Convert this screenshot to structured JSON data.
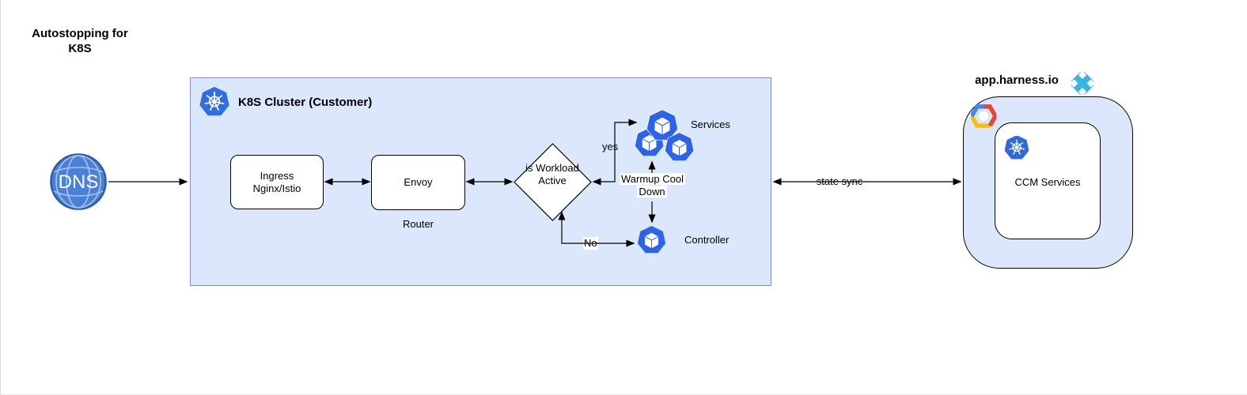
{
  "diagram": {
    "title": "Autostopping for K8S",
    "dns": {
      "label": "DNS"
    },
    "cluster": {
      "title": "K8S Cluster (Customer)",
      "ingress_label": "Ingress Nginx/Istio",
      "envoy_label": "Envoy",
      "router_label": "Router",
      "decision_label": "is Workload Active",
      "services_label": "Services",
      "controller_label": "Controller",
      "warmup_label": "Warmup Cool Down",
      "yes_label": "yes",
      "no_label": "No"
    },
    "harness": {
      "domain_label": "app.harness.io",
      "ccm_label": "CCM Services"
    },
    "edges": {
      "state_sync_label": "state sync"
    },
    "icons": {
      "dns": "globe",
      "cluster_header": "kubernetes-wheel",
      "services": "pod-group",
      "controller": "pod",
      "harness_logo": "harness-diamond",
      "gcp": "google-cloud-hexagon",
      "ccm_k8s": "kubernetes-wheel"
    },
    "colors": {
      "cluster_fill": "#dbe8fc",
      "cluster_border": "#7a90bd",
      "k8s_blue": "#326ce5",
      "pod_blue": "#2d63e8",
      "dns_fill": "#4b80d8",
      "dns_border": "#2d5cad",
      "harness_blue": "#3bb3e4",
      "edge": "#000000"
    }
  }
}
